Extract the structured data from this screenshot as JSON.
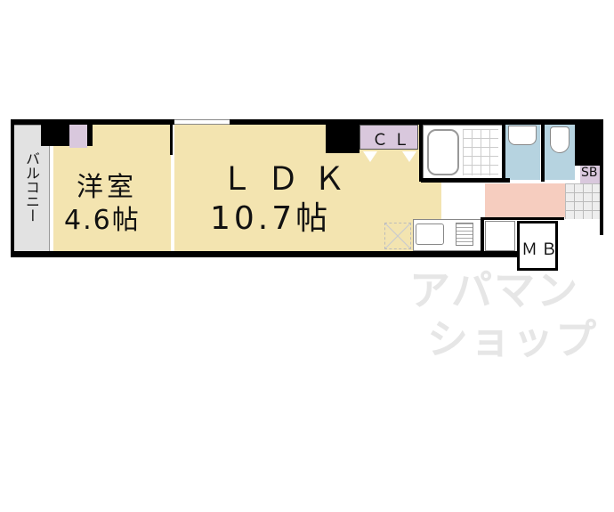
{
  "floorplan": {
    "rooms": {
      "balcony": {
        "label": "バルコニー"
      },
      "western_room": {
        "name": "洋室",
        "size": "4.6帖"
      },
      "ldk": {
        "name": "ＬＤＫ",
        "size": "10.7帖"
      },
      "closet": {
        "label": "ＣＬ"
      },
      "shoe_box": {
        "label": "SB"
      },
      "meter_box": {
        "label": "ＭＢ"
      }
    },
    "watermark": {
      "line1": "アパマン",
      "line2": "ショップ"
    },
    "colors": {
      "room_floor": "#f3e4b0",
      "closet": "#d9c8dd",
      "wet_area": "#b6d3e0",
      "hallway": "#f6cdbf",
      "balcony": "#e2e2e2",
      "wall": "#000000"
    }
  }
}
